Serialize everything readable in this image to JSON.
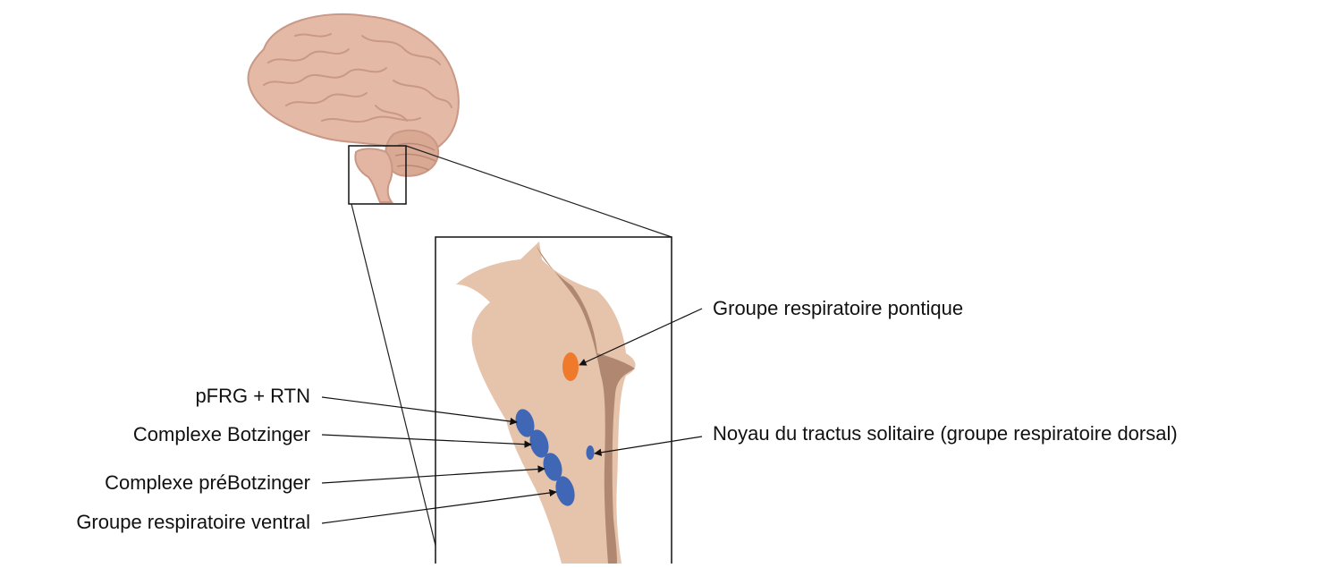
{
  "labels": {
    "pontine_group": "Groupe respiratoire pontique",
    "solitary_tract_nucleus": "Noyau du tractus solitaire (groupe respiratoire dorsal)",
    "pfrg_rtn": "pFRG + RTN",
    "botzinger_complex": "Complexe Botzinger",
    "prebotzinger_complex": "Complexe préBotzinger",
    "ventral_group": "Groupe respiratoire ventral"
  },
  "colors": {
    "brain_fill": "#e4b9a6",
    "brain_outline": "#c99886",
    "tissue_fill": "#e6c3ab",
    "fourth_ventricle": "#b08872",
    "blue_nuclei": "#3f67b5",
    "orange_nucleus": "#f07a2c",
    "lines": "#222222"
  },
  "icons": {
    "brain": "brain-icon"
  }
}
